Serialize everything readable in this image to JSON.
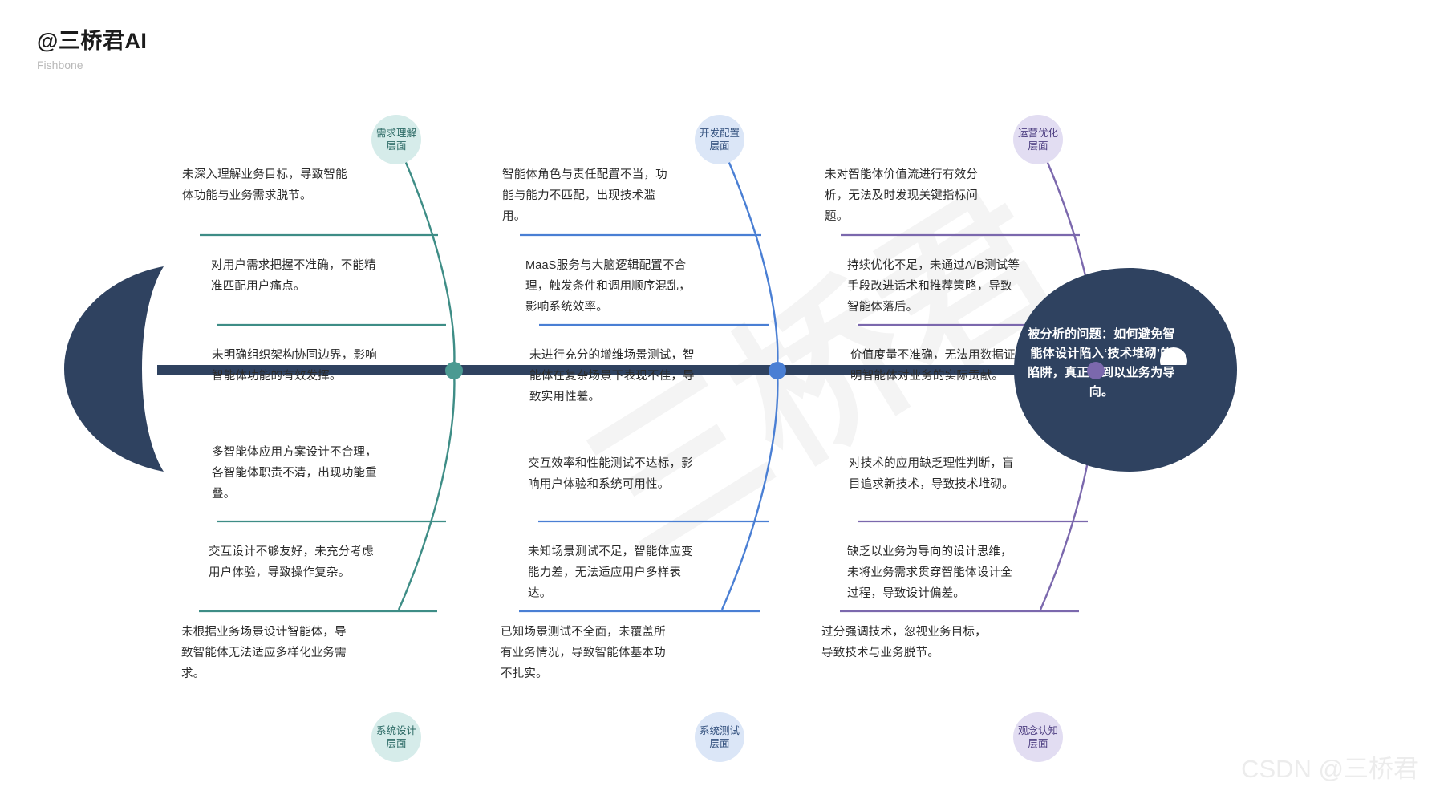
{
  "header": {
    "title": "@三桥君AI",
    "subtitle": "Fishbone"
  },
  "watermark": {
    "center": "三桥君",
    "corner": "CSDN @三桥君"
  },
  "problem": {
    "label": "被分析的问题：如何避免智能体设计陷入‘技术堆砌’的陷阱，真正做到以业务为导向。"
  },
  "categories": [
    {
      "id": "requirement-understanding",
      "label": "需求理解层面",
      "position": "top",
      "color": "#4b9a92",
      "causes": [
        "未深入理解业务目标，导致智能\n体功能与业务需求脱节。",
        "对用户需求把握不准确，不能精\n准匹配用户痛点。",
        "未明确组织架构协同边界，影响\n智能体功能的有效发挥。"
      ]
    },
    {
      "id": "development-configuration",
      "label": "开发配置层面",
      "position": "top",
      "color": "#4a7fd4",
      "causes": [
        "智能体角色与责任配置不当，功\n能与能力不匹配，出现技术滥\n用。",
        "MaaS服务与大脑逻辑配置不合\n理，触发条件和调用顺序混乱，\n影响系统效率。",
        "未进行充分的增维场景测试，智\n能体在复杂场景下表现不佳，导\n致实用性差。"
      ]
    },
    {
      "id": "operation-optimization",
      "label": "运营优化层面",
      "position": "top",
      "color": "#7b68ad",
      "causes": [
        "未对智能体价值流进行有效分\n析，无法及时发现关键指标问\n题。",
        "持续优化不足，未通过A/B测试等\n手段改进话术和推荐策略，导致\n智能体落后。",
        "价值度量不准确，无法用数据证\n明智能体对业务的实际贡献。"
      ]
    },
    {
      "id": "system-design",
      "label": "系统设计层面",
      "position": "bottom",
      "color": "#4b9a92",
      "causes": [
        "多智能体应用方案设计不合理，\n各智能体职责不清，出现功能重\n叠。",
        "交互设计不够友好，未充分考虑\n用户体验，导致操作复杂。",
        "未根据业务场景设计智能体，导\n致智能体无法适应多样化业务需\n求。"
      ]
    },
    {
      "id": "system-testing",
      "label": "系统测试层面",
      "position": "bottom",
      "color": "#4a7fd4",
      "causes": [
        "交互效率和性能测试不达标，影\n响用户体验和系统可用性。",
        "未知场景测试不足，智能体应变\n能力差，无法适应用户多样表\n达。",
        "已知场景测试不全面，未覆盖所\n有业务情况，导致智能体基本功\n不扎实。"
      ]
    },
    {
      "id": "concept-cognition",
      "label": "观念认知层面",
      "position": "bottom",
      "color": "#7b68ad",
      "causes": [
        "对技术的应用缺乏理性判断，盲\n目追求新技术，导致技术堆砌。",
        "缺乏以业务为导向的设计思维，\n未将业务需求贯穿智能体设计全\n过程，导致设计偏差。",
        "过分强调技术，忽视业务目标，\n导致技术与业务脱节。"
      ]
    }
  ],
  "colors": {
    "spine": "#2f4260",
    "fish_body": "#2f4260",
    "teal": "#4b9a92",
    "blue": "#4a7fd4",
    "purple": "#7b68ad",
    "bubble_teal_bg": "#d6ecea",
    "bubble_blue_bg": "#dbe6f7",
    "bubble_purple_bg": "#e2ddf2"
  }
}
